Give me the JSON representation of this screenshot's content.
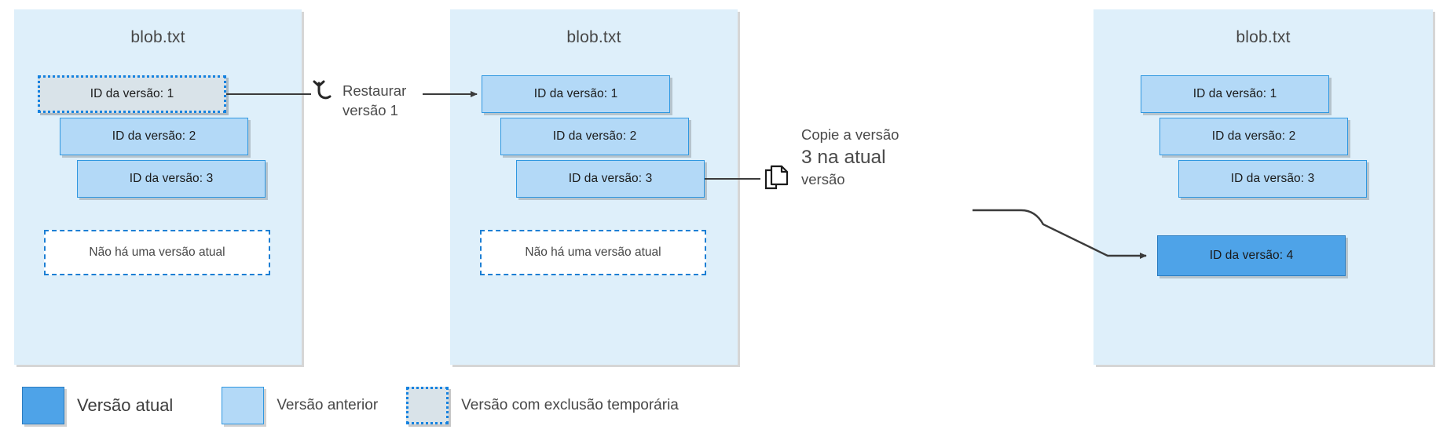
{
  "colors": {
    "panel_bg": "#deeffa",
    "previous_version": "#b3d9f7",
    "current_version": "#4ea3e8",
    "soft_deleted_fill": "#d9e3e9",
    "accent_blue": "#1482e0",
    "text": "#474747",
    "connector": "#3b3b3b"
  },
  "panels": [
    {
      "title": "blob.txt",
      "versions": [
        {
          "label": "ID da versão: 1",
          "state": "soft-deleted"
        },
        {
          "label": "ID da versão: 2",
          "state": "previous"
        },
        {
          "label": "ID da versão: 3",
          "state": "previous"
        }
      ],
      "no_current": "Não há uma versão atual"
    },
    {
      "title": "blob.txt",
      "versions": [
        {
          "label": "ID da versão: 1",
          "state": "previous"
        },
        {
          "label": "ID da versão: 2",
          "state": "previous"
        },
        {
          "label": "ID da versão: 3",
          "state": "previous"
        }
      ],
      "no_current": "Não há uma versão atual"
    },
    {
      "title": "blob.txt",
      "versions": [
        {
          "label": "ID da versão: 1",
          "state": "previous"
        },
        {
          "label": "ID da versão: 2",
          "state": "previous"
        },
        {
          "label": "ID da versão: 3",
          "state": "previous"
        },
        {
          "label": "ID da versão: 4",
          "state": "current"
        }
      ]
    }
  ],
  "annotations": {
    "restore": {
      "icon": "undo-restore-icon",
      "line1": "Restaurar",
      "line2": "versão 1"
    },
    "copy": {
      "icon": "copy-pages-icon",
      "line1": "Copie a versão",
      "line2": "3 na atual",
      "line3": "versão"
    }
  },
  "legend": {
    "items": [
      {
        "swatch": "current-version-swatch",
        "label": "Versão atual"
      },
      {
        "swatch": "previous-version-swatch",
        "label": "Versão anterior"
      },
      {
        "swatch": "soft-deleted-version-swatch",
        "label": "Versão com exclusão temporária"
      }
    ]
  }
}
